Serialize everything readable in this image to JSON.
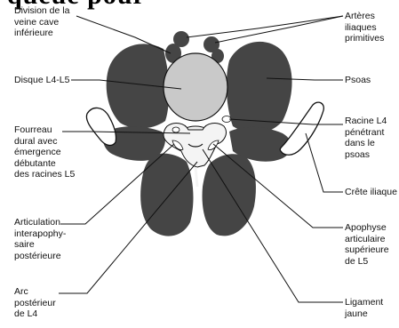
{
  "header_fragment": "queue pour",
  "colors": {
    "tissue": "#454545",
    "vertebral_body": "#c9c9c9",
    "bone_light": "#f4f4f4",
    "line": "#111111"
  },
  "labels": {
    "vena_cava": "Division de la\nveine cave\ninférieure",
    "disc": "Disque L4-L5",
    "dural_sheath": "Fourreau\ndural avec\némergence\ndébutante\ndes racines L5",
    "facet_joint": "Articulation\ninterapophy-\nsaire\npostérieure",
    "posterior_arch": "Arc\npostérieur\nde L4",
    "iliac_arteries": "Artères\niliaques\nprimitives",
    "psoas": "Psoas",
    "l4_root": "Racine L4\npénétrant\ndans le\npsoas",
    "iliac_crest": "Crête iliaque",
    "articular_process": "Apophyse\narticulaire\nsupérieure\nde L5",
    "ligamentum_flavum": "Ligament\njaune"
  }
}
